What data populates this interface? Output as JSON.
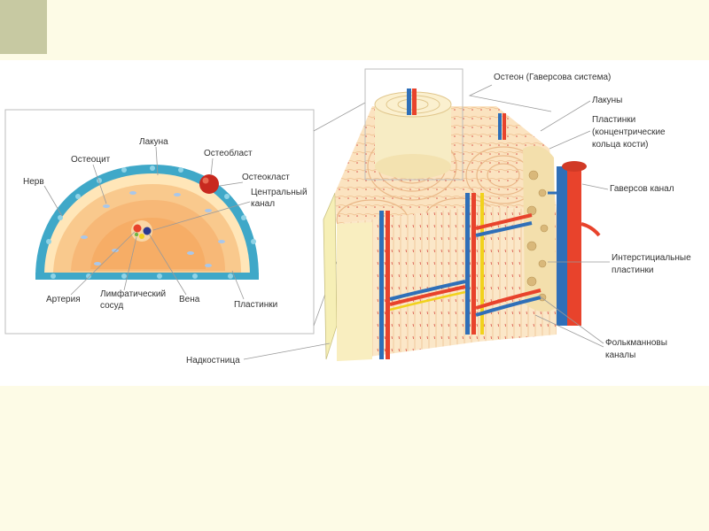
{
  "colors": {
    "background": "#fdfbe6",
    "corner_square": "#c7c9a2",
    "bone": "#f4c58a",
    "bone_light": "#fbe3c0",
    "periosteum": "#f6efb6",
    "artery": "#e8432c",
    "vein": "#2f6fb8",
    "nerve": "#f1d21c",
    "cell_layer": "#3fa8c8",
    "osteoblast": "#c8291f"
  },
  "labels": {
    "nerve": "Нерв",
    "osteocyte": "Остеоцит",
    "lacuna_left": "Лакуна",
    "osteoblast": "Остеобласт",
    "osteoclast": "Остеокласт",
    "central_canal_1": "Центральный",
    "central_canal_2": "канал",
    "artery": "Артерия",
    "lymph_1": "Лимфатический",
    "lymph_2": "сосуд",
    "vein": "Вена",
    "lamellae_left": "Пластинки",
    "osteon": "Остеон (Гаверсова система)",
    "lacunae_right": "Лакуны",
    "lamellae_right_1": "Пластинки",
    "lamellae_right_2": "(концентрические",
    "lamellae_right_3": "кольца кости)",
    "haversian_canal": "Гаверсов канал",
    "interstitial_1": "Интерстициальные",
    "interstitial_2": "пластинки",
    "volkmann_1": "Фолькманновы",
    "volkmann_2": "каналы",
    "periosteum": "Надкостница"
  }
}
